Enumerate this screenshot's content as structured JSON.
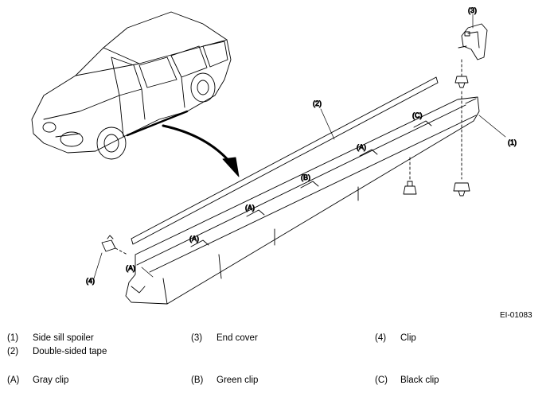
{
  "callouts": {
    "c1": "(1)",
    "c2": "(2)",
    "c3": "(3)",
    "c4": "(4)",
    "a1": "(A)",
    "a2": "(A)",
    "a3": "(A)",
    "a4": "(A)",
    "b1": "(B)",
    "cc": "(C)"
  },
  "reference_code": "EI-01083",
  "legend": {
    "parts": [
      {
        "num": "(1)",
        "label": "Side sill spoiler"
      },
      {
        "num": "(2)",
        "label": "Double-sided tape"
      },
      {
        "num": "(3)",
        "label": "End cover"
      },
      {
        "num": "(4)",
        "label": "Clip"
      }
    ],
    "clips": [
      {
        "num": "(A)",
        "label": "Gray clip"
      },
      {
        "num": "(B)",
        "label": "Green clip"
      },
      {
        "num": "(C)",
        "label": "Black clip"
      }
    ]
  }
}
